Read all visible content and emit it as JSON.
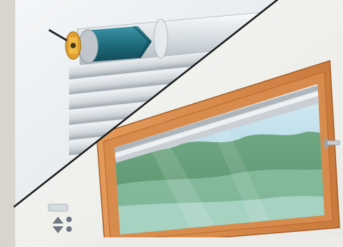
{
  "illustration": {
    "subject": "roller-shutter-with-tubular-motor-and-window",
    "components": {
      "motor": "tubular-motor",
      "shutter": "roller-shutter-slats",
      "window": "wood-frame-window",
      "view": "landscape-through-glass",
      "switch": "wall-control-switch",
      "handle": "window-handle"
    }
  },
  "colors": {
    "background": "#d9d4cd",
    "upper_panel": "#e9edf1",
    "wall": "#f3f3f1",
    "frame_wood": "#d78b4c",
    "frame_wood_dark": "#b8672f",
    "slat_light": "#dfe3e6",
    "slat_dark": "#9aa3ab",
    "motor_teal": "#1f6d7e",
    "motor_gold": "#e0a030",
    "sky": "#c9e2ef",
    "trees": "#5e9a6f",
    "glass_tint": "#9fcfd7",
    "switch_body": "#e3e6e8"
  }
}
